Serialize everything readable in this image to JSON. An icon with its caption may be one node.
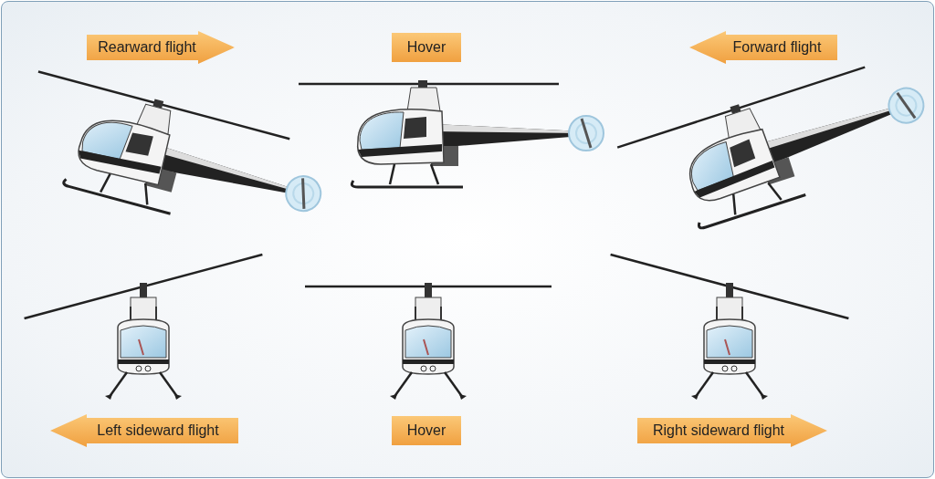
{
  "diagram": {
    "nodes": [
      {
        "text": [
          "Rearward flight"
        ]
      },
      {
        "text": [
          "Hover"
        ]
      },
      {
        "text": [
          "Forward flight"
        ]
      },
      {
        "text": [
          "Left sideward flight"
        ]
      },
      {
        "text": [
          "Hover"
        ]
      },
      {
        "text": [
          "Right sideward flight"
        ]
      }
    ]
  }
}
